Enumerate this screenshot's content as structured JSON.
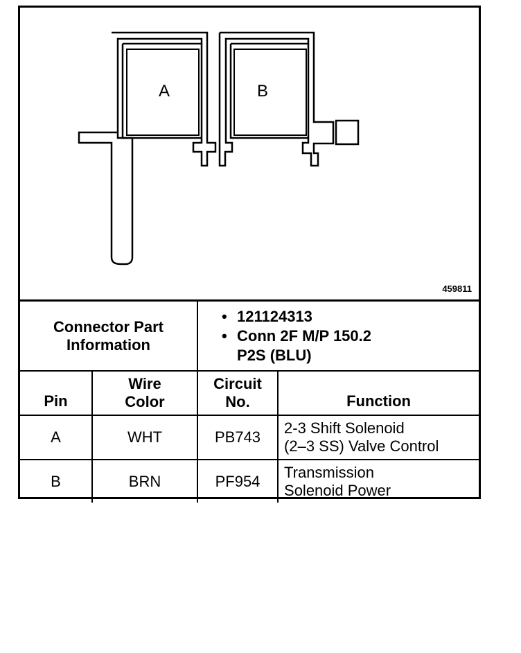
{
  "figure": {
    "id": "459811",
    "cavities": [
      {
        "label": "A"
      },
      {
        "label": "B"
      }
    ]
  },
  "part_info": {
    "label_line1": "Connector Part",
    "label_line2": "Information",
    "items": [
      {
        "text": "121124313"
      },
      {
        "line1": "Conn 2F M/P 150.2",
        "line2": "P2S (BLU)"
      }
    ]
  },
  "table": {
    "headers": {
      "pin": "Pin",
      "wire_line1": "Wire",
      "wire_line2": "Color",
      "circuit_line1": "Circuit",
      "circuit_line2": "No.",
      "function": "Function"
    },
    "rows": [
      {
        "pin": "A",
        "wire_color": "WHT",
        "circuit": "PB743",
        "function_line1": "2-3 Shift Solenoid",
        "function_line2": "(2–3 SS) Valve Control"
      },
      {
        "pin": "B",
        "wire_color": "BRN",
        "circuit": "PF954",
        "function_line1": "Transmission",
        "function_line2": "Solenoid Power"
      }
    ]
  }
}
